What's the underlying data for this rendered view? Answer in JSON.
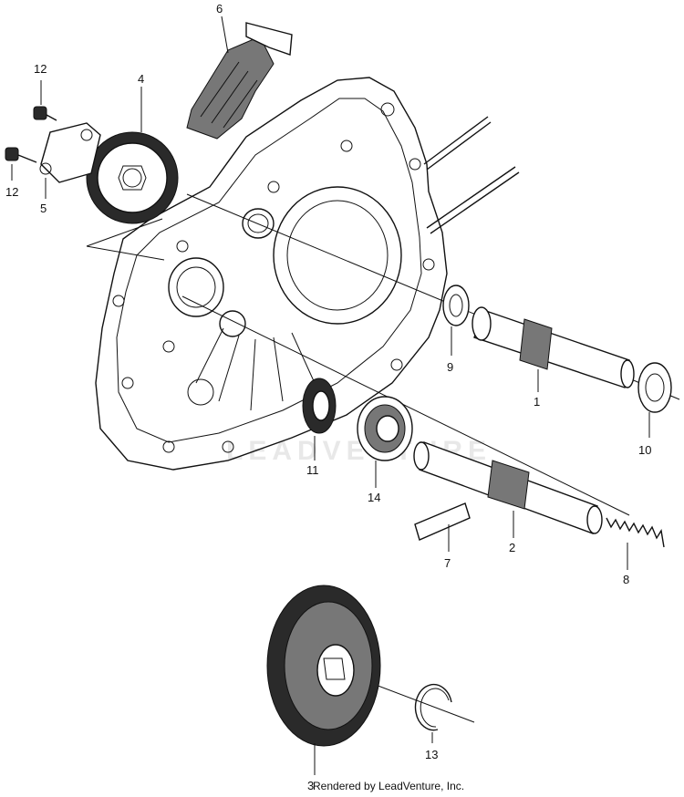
{
  "diagram": {
    "callouts": {
      "p1": "1",
      "p2": "2",
      "p3": "3",
      "p4": "4",
      "p5": "5",
      "p6": "6",
      "p7": "7",
      "p8": "8",
      "p9": "9",
      "p10": "10",
      "p11": "11",
      "p12a": "12",
      "p12b": "12",
      "p13": "13",
      "p14": "14"
    },
    "watermark": "LEADVENTURE",
    "credit": "Rendered by LeadVenture, Inc."
  }
}
